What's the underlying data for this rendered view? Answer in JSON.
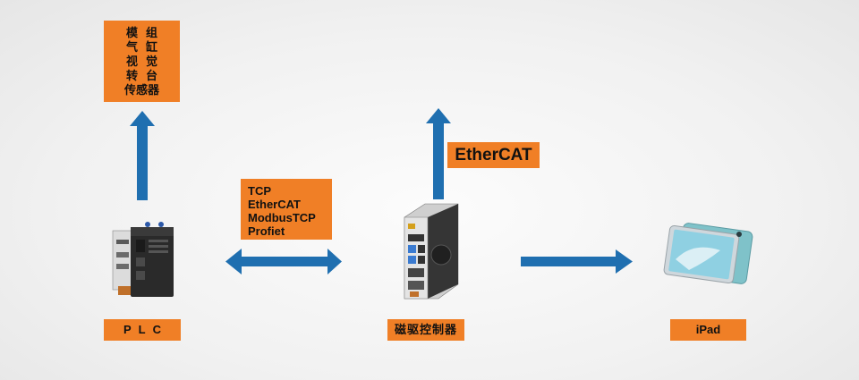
{
  "modules_box": {
    "lines": [
      "模组",
      "气缸",
      "视觉",
      "转台",
      "传感器"
    ]
  },
  "protocol_box": {
    "lines": [
      "TCP",
      "EtherCAT",
      "ModbusTCP",
      "Profiet"
    ]
  },
  "ethercat_box": {
    "text": "EtherCAT"
  },
  "labels": {
    "plc": "PLC",
    "controller": "磁驱控制器",
    "ipad": "iPad"
  },
  "colors": {
    "orange": "#f07f26",
    "arrow_blue": "#1f6fb0"
  }
}
